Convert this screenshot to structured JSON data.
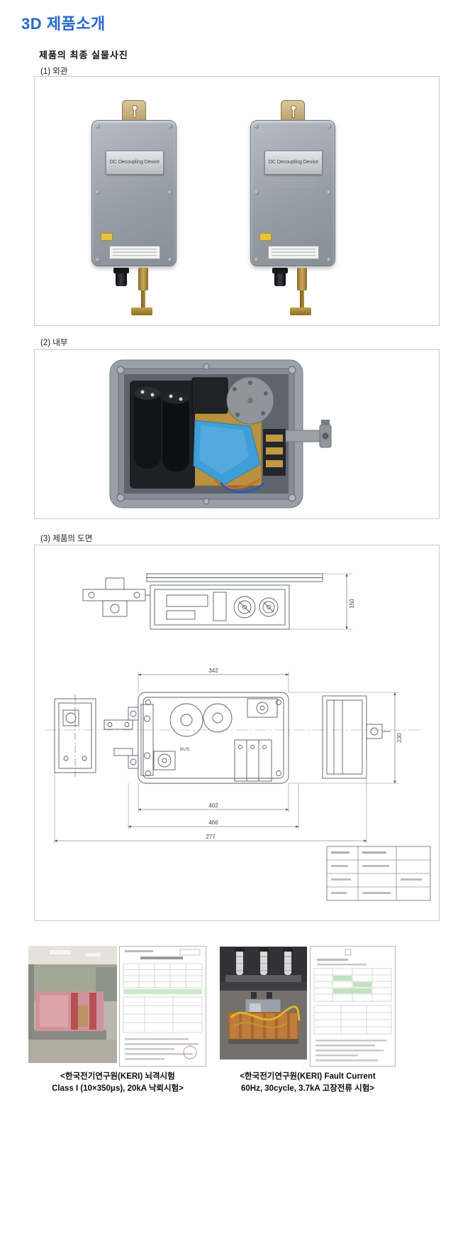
{
  "doc": {
    "title": "3D 제품소개",
    "heading": "제품의 최종 실물사진",
    "subsections": {
      "exterior": "(1) 외관",
      "interior": "(2) 내부",
      "drawing": "(3) 제품의 도면"
    }
  },
  "device": {
    "nameplate": "DC Decoupling Device"
  },
  "drawing": {
    "bus_label": "BUS",
    "dims": {
      "front_width": "342",
      "inner_width": "402",
      "mid_width": "466",
      "outer_width": "277",
      "side_height": "230",
      "top_height": "150"
    }
  },
  "captions": {
    "lightning": {
      "line1": "<한국전기연구원(KERI) 뇌격시험",
      "line2": "Class I (10×350μs), 20kA 낙뢰시험>"
    },
    "fault": {
      "line1": "<한국전기연구원(KERI) Fault Current",
      "line2": "60Hz, 30cycle, 3.7kA 고장전류 시험>"
    }
  }
}
